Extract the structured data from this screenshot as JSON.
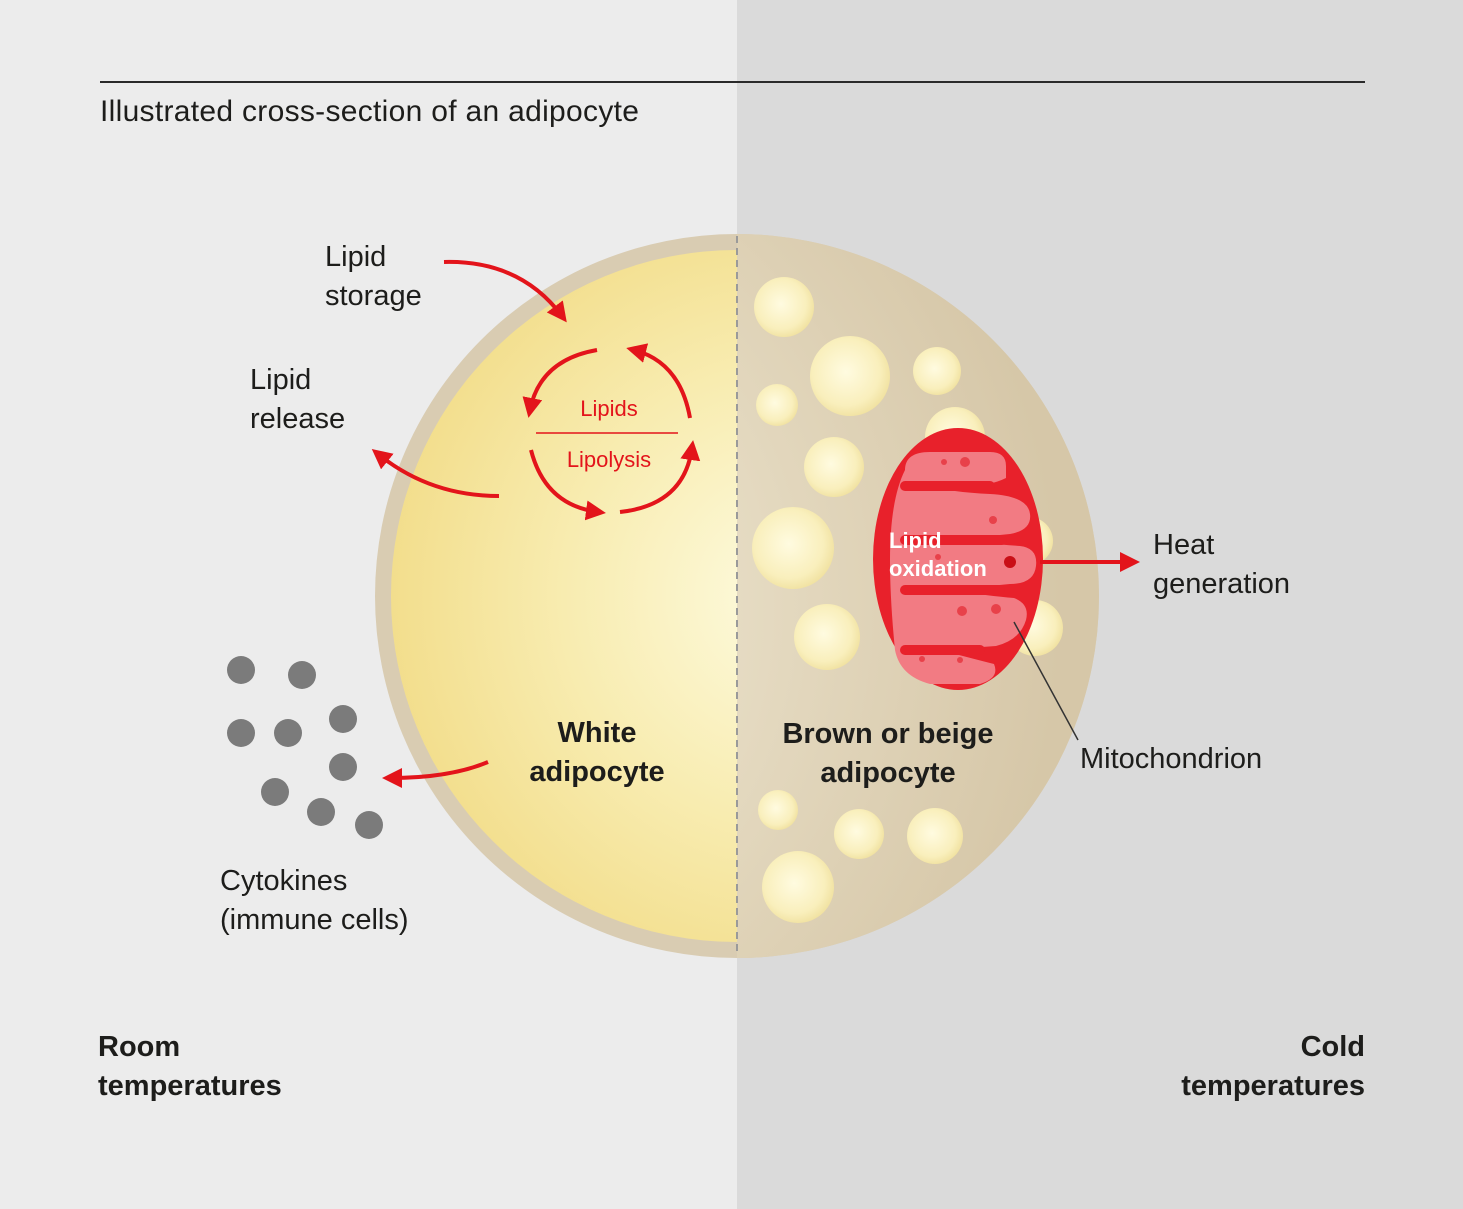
{
  "title": "Illustrated cross-section of an adipocyte",
  "labels": {
    "lipid_storage": [
      "Lipid",
      "storage"
    ],
    "lipid_release": [
      "Lipid",
      "release"
    ],
    "cycle_top": "Lipids",
    "cycle_bottom": "Lipolysis",
    "white_adipocyte": [
      "White",
      "adipocyte"
    ],
    "brown_adipocyte": [
      "Brown or beige",
      "adipocyte"
    ],
    "cytokines": [
      "Cytokines",
      "(immune cells)"
    ],
    "lipid_oxidation": [
      "Lipid",
      "oxidation"
    ],
    "heat_generation": [
      "Heat",
      "generation"
    ],
    "mitochondrion": "Mitochondrion",
    "room_temperatures": [
      "Room",
      "temperatures"
    ],
    "cold_temperatures": [
      "Cold",
      "temperatures"
    ]
  },
  "colors": {
    "arrow_red": "#e3141b",
    "mito_red": "#e8212b",
    "mito_inner": "#f27b83",
    "cell_ring": "#d8cbb1",
    "white_fill": "#f7e7a0",
    "droplet": "#f6eab0",
    "cytokine_grey": "#7b7b7b"
  }
}
